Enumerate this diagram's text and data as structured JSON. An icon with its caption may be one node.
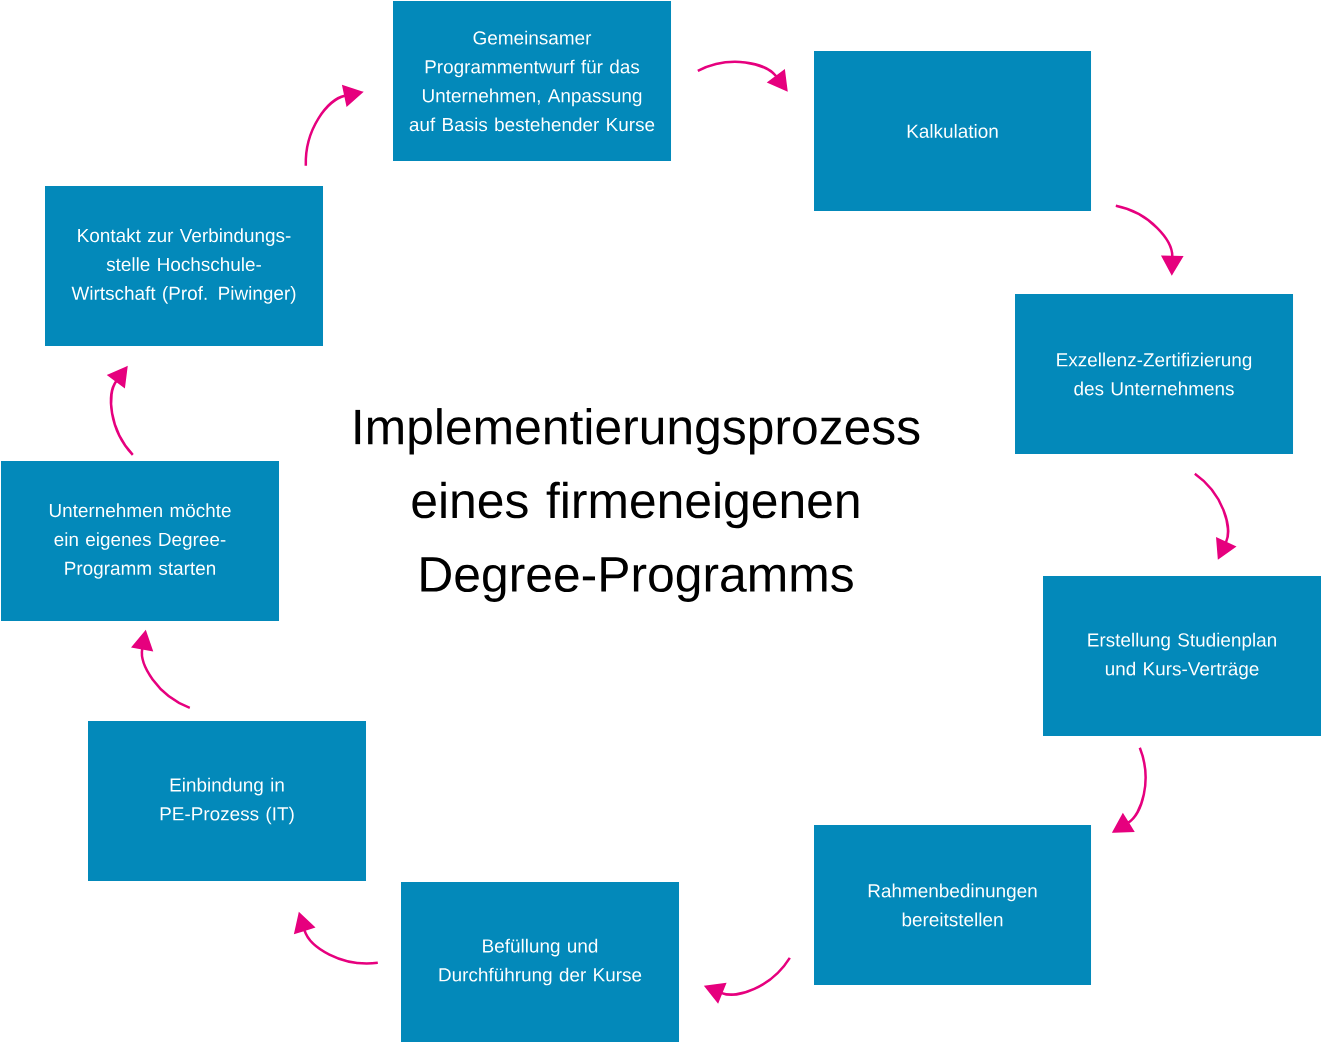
{
  "diagram": {
    "title": "Implementierungsprozess eines firmeneigenen Degree-Programms",
    "nodes": [
      {
        "text": [
          "Gemeinsamer Programmentwurf für das Unternehmen, Anpassung auf Basis bestehender Kurse"
        ]
      },
      {
        "text": [
          "Kalkulation"
        ]
      },
      {
        "text": [
          "Kontakt zur Verbindungs- stelle Hochschule- Wirtschaft (Prof. Piwinger)"
        ]
      },
      {
        "text": [
          "Exzellenz-Zertifizierung des Unternehmens"
        ]
      },
      {
        "text": [
          "Unternehmen möchte ein eigenes Degree- Programm starten"
        ]
      },
      {
        "text": [
          "Erstellung Studienplan und Kurs-Verträge"
        ]
      },
      {
        "text": [
          "Einbindung in PE-Prozess (IT)"
        ]
      },
      {
        "text": [
          "Rahmenbedinungen bereitstellen"
        ]
      },
      {
        "text": [
          "Befüllung und Durchführung der Kurse"
        ]
      }
    ],
    "edges": [
      {
        "from": 4,
        "to": 2,
        "arrow": "to"
      },
      {
        "from": 2,
        "to": 0,
        "arrow": "to"
      },
      {
        "from": 0,
        "to": 1,
        "arrow": "to"
      },
      {
        "from": 1,
        "to": 3,
        "arrow": "to"
      },
      {
        "from": 3,
        "to": 5,
        "arrow": "to"
      },
      {
        "from": 5,
        "to": 7,
        "arrow": "to"
      },
      {
        "from": 7,
        "to": 8,
        "arrow": "to"
      },
      {
        "from": 8,
        "to": 6,
        "arrow": "to"
      },
      {
        "from": 6,
        "to": 4,
        "arrow": "to"
      }
    ]
  }
}
